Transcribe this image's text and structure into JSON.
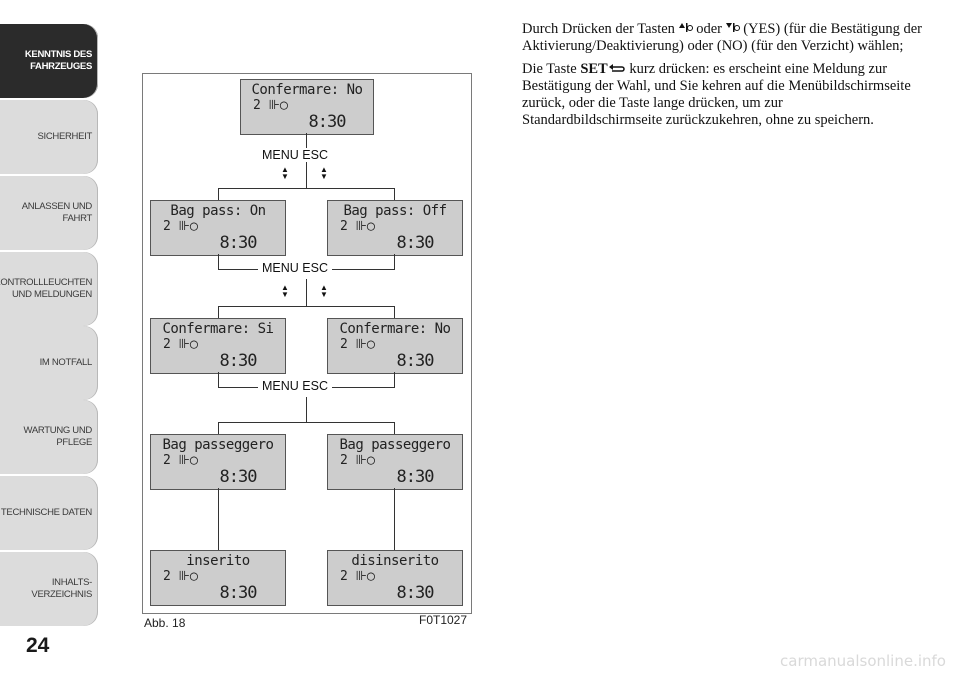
{
  "sidebar": {
    "tabs": [
      {
        "label": "KENNTNIS DES\nFAHRZEUGES",
        "active": true
      },
      {
        "label": "SICHERHEIT"
      },
      {
        "label": "ANLASSEN UND\nFAHRT"
      },
      {
        "label": "KONTROLLLEUCHTEN\nUND MELDUNGEN"
      },
      {
        "label": "IM NOTFALL"
      },
      {
        "label": "WARTUNG UND\nPFLEGE"
      },
      {
        "label": "TECHNISCHE DATEN"
      },
      {
        "label": "INHALTS-\nVERZEICHNIS"
      }
    ],
    "page_number": "24"
  },
  "figure": {
    "caption": "Abb. 18",
    "code": "F0T1027",
    "menu_esc": "MENU  ESC",
    "screens": {
      "top": {
        "line1": "Confermare: No",
        "line2": "2 ⊪◯",
        "time": "8:30"
      },
      "bag_on": {
        "line1": "Bag pass: On",
        "line2": "2 ⊪◯",
        "time": "8:30"
      },
      "bag_off": {
        "line1": "Bag pass: Off",
        "line2": "2 ⊪◯",
        "time": "8:30"
      },
      "conf_si": {
        "line1": "Confermare: Si",
        "line2": "2 ⊪◯",
        "time": "8:30"
      },
      "conf_no": {
        "line1": "Confermare: No",
        "line2": "2 ⊪◯",
        "time": "8:30"
      },
      "pass_left": {
        "line1": "Bag passeggero",
        "line2": "2 ⊪◯",
        "time": "8:30"
      },
      "pass_right": {
        "line1": "Bag passeggero",
        "line2": "2 ⊪◯",
        "time": "8:30"
      },
      "inserito": {
        "line1": "inserito",
        "line2": "2 ⊪◯",
        "time": "8:30"
      },
      "disinserito": {
        "line1": "disinserito",
        "line2": "2 ⊪◯",
        "time": "8:30"
      }
    }
  },
  "body": {
    "p1_a": "Durch Drücken der Tasten",
    "p1_b": "oder",
    "p1_c": "(YES) (für die Bestätigung der Aktivierung/Deaktivierung) oder (NO) (für den Verzicht) wählen;",
    "p2_a": "Die Taste",
    "p2_set": "SET",
    "p2_b": "kurz drücken: es erscheint eine Meldung zur Bestätigung der Wahl, und Sie kehren auf die Menübildschirmseite zurück, oder die Taste lange drücken, um zur Standardbildschirmseite zurückzukehren, ohne zu speichern."
  },
  "footer": "carmanualsonline.info"
}
